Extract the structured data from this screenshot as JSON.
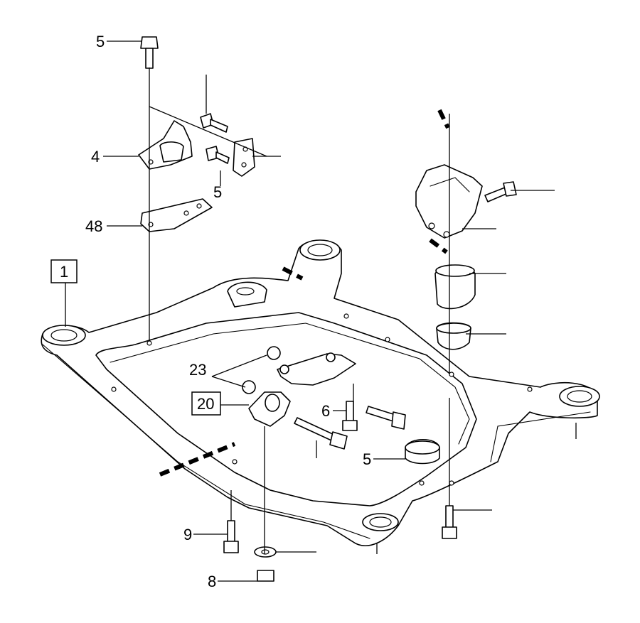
{
  "callouts": {
    "bolt_top": "5",
    "engine_mount_left": "4",
    "bolt_mid": "5",
    "bracket_plate": "48",
    "subframe": "1",
    "bushing_washers": "23",
    "torque_rod_bracket": "20",
    "torque_rod_bolt": "6",
    "bump_stop": "5",
    "lower_bolt": "9",
    "lower_nut": "8"
  },
  "colors": {
    "ink": "#000000",
    "paper": "#ffffff"
  }
}
